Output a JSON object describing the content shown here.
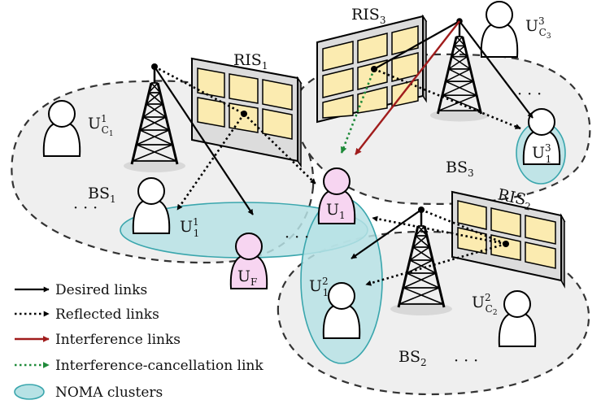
{
  "labels": {
    "ris1": {
      "base": "RIS",
      "sub": "1"
    },
    "ris2": {
      "base": "RIS",
      "sub": "2"
    },
    "ris3": {
      "base": "RIS",
      "sub": "3"
    },
    "bs1": {
      "base": "BS",
      "sub": "1"
    },
    "bs2": {
      "base": "BS",
      "sub": "2"
    },
    "bs3": {
      "base": "BS",
      "sub": "3"
    },
    "u1": {
      "base": "U",
      "sub": "1"
    },
    "uf": {
      "base": "U",
      "sub": "F"
    },
    "u11": {
      "base": "U",
      "sup": "1",
      "sub": "1"
    },
    "u12": {
      "base": "U",
      "sup": "2",
      "sub": "1"
    },
    "u13": {
      "base": "U",
      "sup": "3",
      "sub": "1"
    },
    "uc1": {
      "base": "U",
      "sup": "1",
      "sub": "C",
      "subsub": "1"
    },
    "uc2": {
      "base": "U",
      "sup": "2",
      "sub": "C",
      "subsub": "2"
    },
    "uc3": {
      "base": "U",
      "sup": "3",
      "sub": "C",
      "subsub": "3"
    }
  },
  "ellipsis": "· · ·",
  "legend": [
    {
      "key": "desired",
      "label": "Desired links",
      "color": "#000000"
    },
    {
      "key": "reflected",
      "label": "Reflected links",
      "color": "#000000"
    },
    {
      "key": "interference",
      "label": "Interference links",
      "color": "#a01c1c"
    },
    {
      "key": "cancellation",
      "label": "Interference-cancellation link",
      "color": "#1f8a3a"
    },
    {
      "key": "noma",
      "label": "NOMA clusters",
      "color": "#b5e0e4"
    }
  ],
  "colors": {
    "cell_fill": "#efefef",
    "noma_fill": "#b7e2e5",
    "noma_stroke": "#3aa6ad",
    "user_pink": "#f7d5f1",
    "ris_panel": "#fbebb0",
    "ris_frame": "#dcdcdc"
  }
}
